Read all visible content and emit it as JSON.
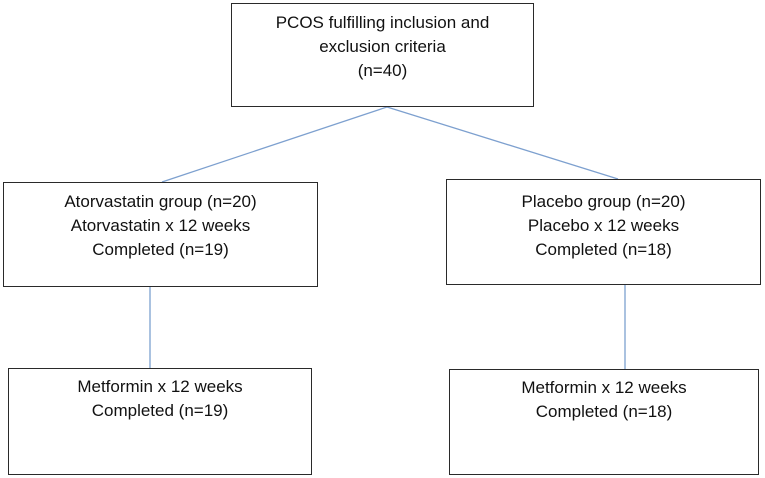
{
  "diagram": {
    "top_box": {
      "lines": [
        "PCOS fulfilling inclusion and",
        "exclusion criteria",
        "(n=40)"
      ]
    },
    "atorvastatin_box": {
      "lines": [
        "Atorvastatin group (n=20)",
        "Atorvastatin x 12 weeks",
        "Completed (n=19)"
      ]
    },
    "placebo_box": {
      "lines": [
        "Placebo group (n=20)",
        "Placebo x 12 weeks",
        "Completed (n=18)"
      ]
    },
    "metformin_left_box": {
      "lines": [
        "Metformin x 12 weeks",
        "Completed (n=19)"
      ]
    },
    "metformin_right_box": {
      "lines": [
        "Metformin x 12 weeks",
        "Completed (n=18)"
      ]
    },
    "connector_color": "#7da0cf"
  }
}
